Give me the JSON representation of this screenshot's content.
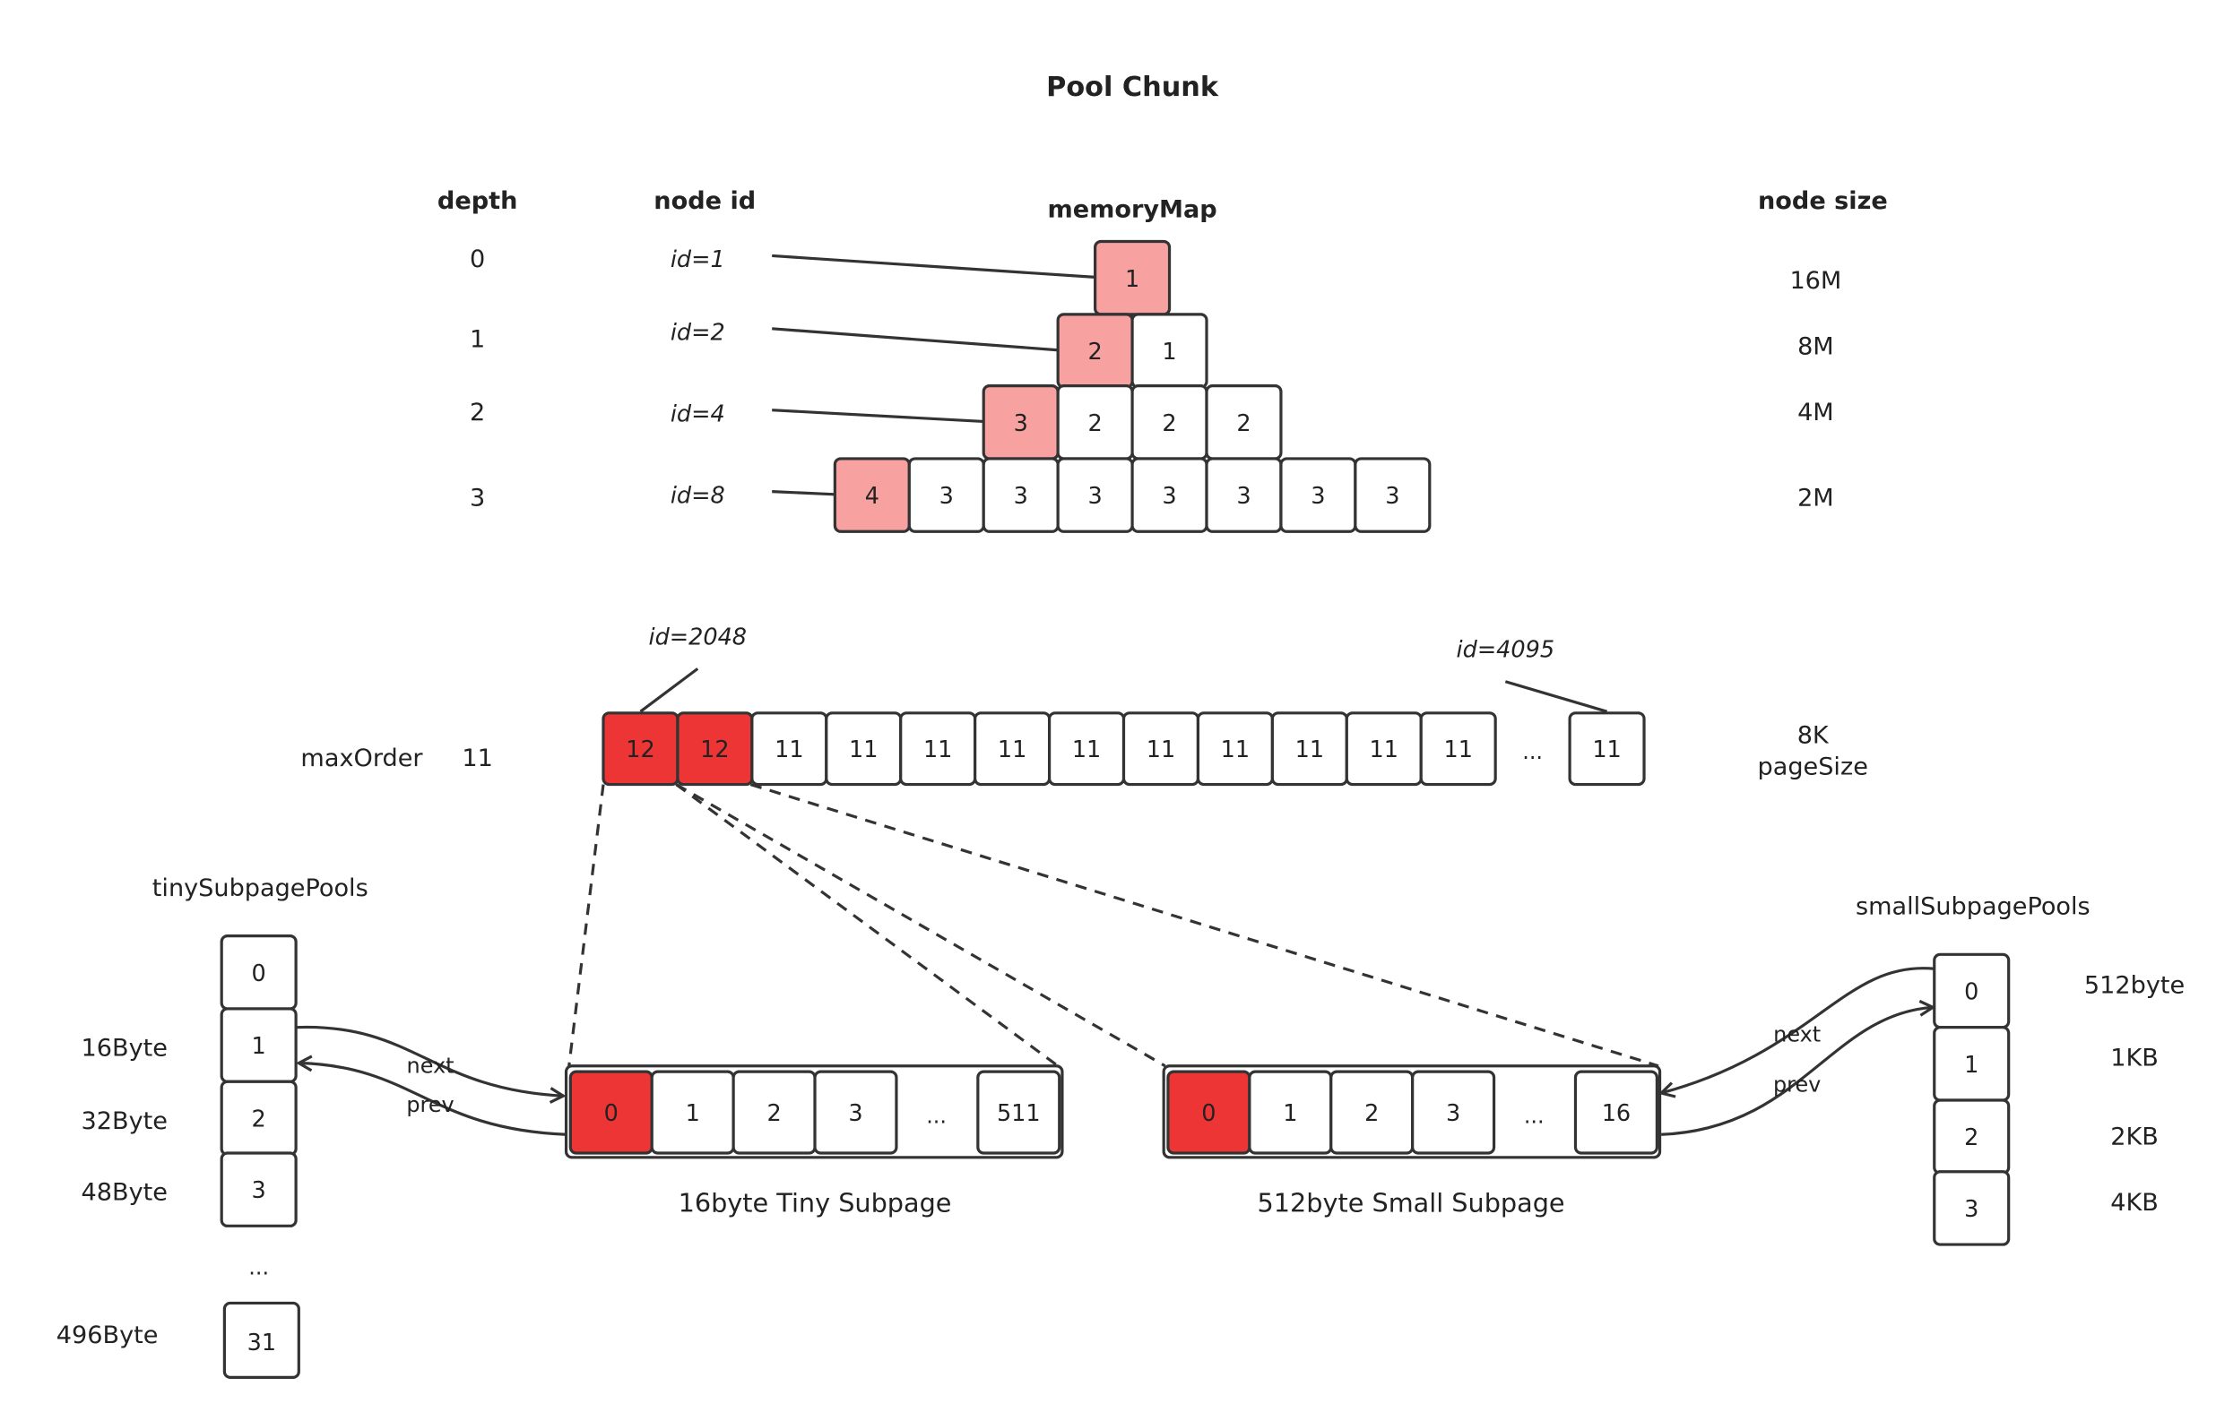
{
  "title": "Pool Chunk",
  "headers": {
    "depth": "depth",
    "node_id": "node id",
    "memory_map": "memoryMap",
    "node_size": "node size"
  },
  "tree_rows": [
    {
      "depth": "0",
      "id_label": "id=1",
      "size": "16M",
      "cells": [
        "1"
      ],
      "highlight_index": 0
    },
    {
      "depth": "1",
      "id_label": "id=2",
      "size": "8M",
      "cells": [
        "2",
        "1"
      ],
      "highlight_index": 0
    },
    {
      "depth": "2",
      "id_label": "id=4",
      "size": "4M",
      "cells": [
        "3",
        "2",
        "2",
        "2"
      ],
      "highlight_index": 0
    },
    {
      "depth": "3",
      "id_label": "id=8",
      "size": "2M",
      "cells": [
        "4",
        "3",
        "3",
        "3",
        "3",
        "3",
        "3",
        "3"
      ],
      "highlight_index": 0
    }
  ],
  "max_order": {
    "label": "maxOrder",
    "value": "11",
    "id_first": "id=2048",
    "id_last": "id=4095",
    "cells": [
      "12",
      "12",
      "11",
      "11",
      "11",
      "11",
      "11",
      "11",
      "11",
      "11",
      "11",
      "11",
      "...",
      "11"
    ],
    "red_count": 2,
    "size_line1": "8K",
    "size_line2": "pageSize"
  },
  "tiny_pools": {
    "title": "tinySubpagePools",
    "cells": [
      "0",
      "1",
      "2",
      "3"
    ],
    "labels": [
      "",
      "16Byte",
      "32Byte",
      "48Byte"
    ],
    "ellipsis": "...",
    "last_cell": "31",
    "last_label": "496Byte"
  },
  "tiny_subpage": {
    "title": "16byte Tiny Subpage",
    "cells": [
      "0",
      "1",
      "2",
      "3",
      "...",
      "511"
    ]
  },
  "small_subpage": {
    "title": "512byte Small Subpage",
    "cells": [
      "0",
      "1",
      "2",
      "3",
      "...",
      "16"
    ]
  },
  "small_pools": {
    "title": "smallSubpagePools",
    "cells": [
      "0",
      "1",
      "2",
      "3"
    ],
    "labels": [
      "512byte",
      "1KB",
      "2KB",
      "4KB"
    ]
  },
  "links": {
    "next": "next",
    "prev": "prev"
  },
  "colors": {
    "light_highlight": "#f7a1a1",
    "strong_highlight": "#ee3535",
    "stroke": "#333333"
  }
}
